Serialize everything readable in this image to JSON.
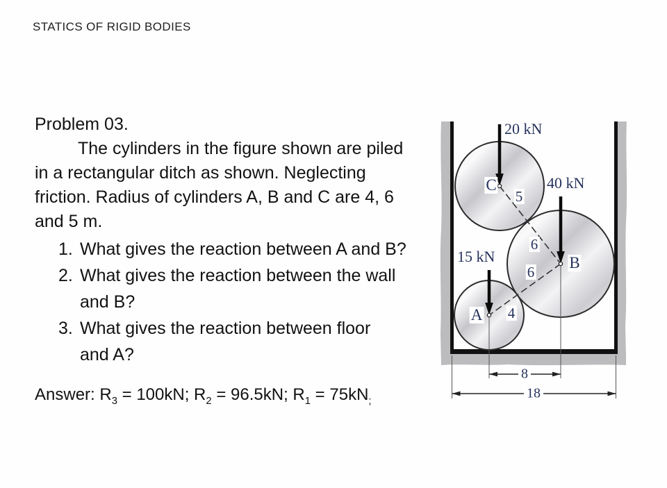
{
  "page": {
    "title": "STATICS OF RIGID BODIES"
  },
  "problem": {
    "heading": "Problem 03.",
    "body_lines": [
      "The cylinders in the figure shown are piled",
      "in a rectangular ditch as shown. Neglecting",
      "friction. Radius of cylinders A, B and C are 4, 6",
      "and 5 m."
    ],
    "questions": [
      {
        "num": "1.",
        "lines": [
          "What gives the reaction between A and B?",
          ""
        ]
      },
      {
        "num": "2.",
        "lines": [
          "What gives the reaction between the wall",
          "and B?"
        ]
      },
      {
        "num": "3.",
        "lines": [
          "What gives the reaction between floor",
          "and A?"
        ]
      }
    ],
    "answer": {
      "parts": [
        {
          "text": "Answer: R"
        },
        {
          "sub": "3"
        },
        {
          "text": " = 100kN; R"
        },
        {
          "sub": "2"
        },
        {
          "text": " = 96.5kN; R"
        },
        {
          "sub": "1"
        },
        {
          "text": " = 75kN"
        },
        {
          "sub": ";"
        }
      ]
    }
  },
  "figure": {
    "force_c": "20 kN",
    "force_b": "40 kN",
    "force_a": "15 kN",
    "label_c": "C",
    "label_b": "B",
    "label_a": "A",
    "radius_c": "5",
    "radius_b_upper": "6",
    "radius_b_lower": "6",
    "radius_a": "4",
    "dim_inner": "8",
    "dim_outer": "18",
    "colors": {
      "label_navy": "#27335c",
      "wall_gray": "#bcbcbe",
      "cylinder_stroke": "#2b2b2b",
      "arrow_black": "#0c0c0c"
    }
  }
}
